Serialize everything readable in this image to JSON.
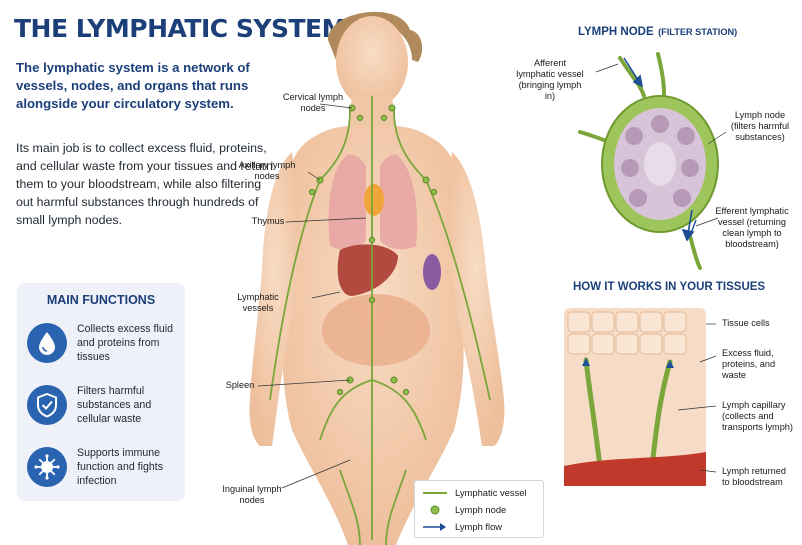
{
  "header": {
    "title": "THE LYMPHATIC SYSTEM"
  },
  "intro": {
    "lead": "The lymphatic system is a network of vessels, nodes, and organs that runs alongside your circulatory system.",
    "body": "Its main job is to collect excess fluid, proteins, and cellular waste from your tissues and return them to your bloodstream, while also filtering out harmful substances through hundreds of small lymph nodes."
  },
  "functions": {
    "heading": "MAIN FUNCTIONS",
    "items": [
      {
        "icon": "droplet-icon",
        "label": "Collects excess fluid and proteins from tissues"
      },
      {
        "icon": "shield-icon",
        "label": "Filters harmful substances and cellular waste"
      },
      {
        "icon": "virus-icon",
        "label": "Supports immune function and fights infection"
      }
    ]
  },
  "anatomy_labels": {
    "cervical": "Cervical lymph nodes",
    "axillary": "Axillary lymph nodes",
    "thymus": "Thymus",
    "vessels": "Lymphatic vessels",
    "spleen": "Spleen",
    "inguinal": "Inguinal lymph nodes"
  },
  "legend": {
    "vessel": "Lymphatic vessel",
    "node": "Lymph node",
    "flow": "Lymph flow"
  },
  "lymph_node": {
    "title": "LYMPH NODE",
    "subtitle": "(FILTER STATION)",
    "afferent": "Afferent lymphatic vessel (bringing lymph in)",
    "node": "Lymph node (filters harmful substances)",
    "efferent": "Efferent lymphatic vessel (returning clean lymph to bloodstream)"
  },
  "tissues": {
    "title": "HOW IT WORKS IN YOUR TISSUES",
    "cells": "Tissue cells",
    "fluid": "Excess fluid, proteins, and waste",
    "capillary": "Lymph capillary (collects and transports lymph)",
    "returned": "Lymph returned to bloodstream"
  },
  "colors": {
    "title_blue": "#1c3f7a",
    "icon_blue": "#2a64b0",
    "vessel_green": "#7aa63a",
    "node_green": "#8fbf4a",
    "skin": "#f4d2b6",
    "flow_blue": "#1d4f96"
  }
}
